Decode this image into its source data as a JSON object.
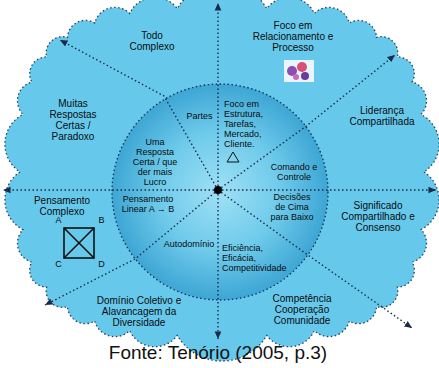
{
  "diagram": {
    "caption": "Fonte: Tenório (2005, p.3)",
    "labels": [
      "Todo Complexo",
      "Foco em Relacionamento e Processo",
      "Liderança Compartilhada",
      "Significado Compartilhado e Consenso",
      "Competência Cooperação Comunidade",
      "Domínio Coletivo e Alavancagem da Diversidade",
      "Pensamento Complexo",
      "Muitas Respostas Certas / Paradoxo",
      "Partes",
      "Foco em Estrutura, Tarefas, Mercado, Cliente.",
      "Comando e Controle",
      "Decisões de Cima para Baixo",
      "Eficiência, Eficácia, Competitividade",
      "Autodomínio",
      "Pensamento Linear A → B",
      "Uma Resposta Certa / que der mais Lucro",
      "A",
      "B",
      "C",
      "D"
    ]
  }
}
